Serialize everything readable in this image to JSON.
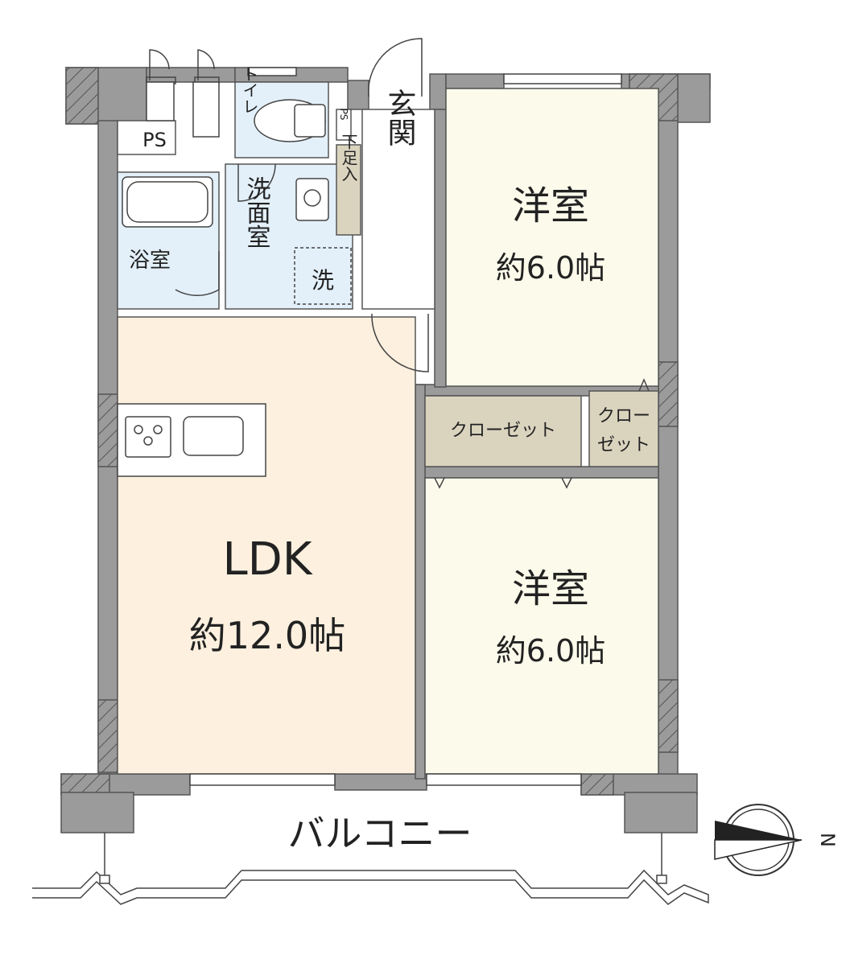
{
  "rooms": {
    "ps_top": "PS",
    "toilet": "トイレ",
    "ps_small": "PS",
    "entrance": "玄関",
    "shoe_storage": "下足入",
    "bath": "浴室",
    "washroom": "洗面室",
    "washer": "洗",
    "western_room_1": {
      "name": "洋室",
      "size": "約6.0帖"
    },
    "closet_1": "クローゼット",
    "closet_2": "クローゼット",
    "ldk": {
      "name": "LDK",
      "size": "約12.0帖"
    },
    "western_room_2": {
      "name": "洋室",
      "size": "約6.0帖"
    },
    "balcony": "バルコニー"
  },
  "compass": {
    "direction": "N"
  },
  "colors": {
    "wall": "#9b9b9b",
    "wall_outline": "#555555",
    "ldk_floor": "#fdf0df",
    "western_floor": "#fcfaeb",
    "wet_area": "#e3f0fa",
    "storage": "#dad4bf",
    "ps": "#ffffff"
  }
}
